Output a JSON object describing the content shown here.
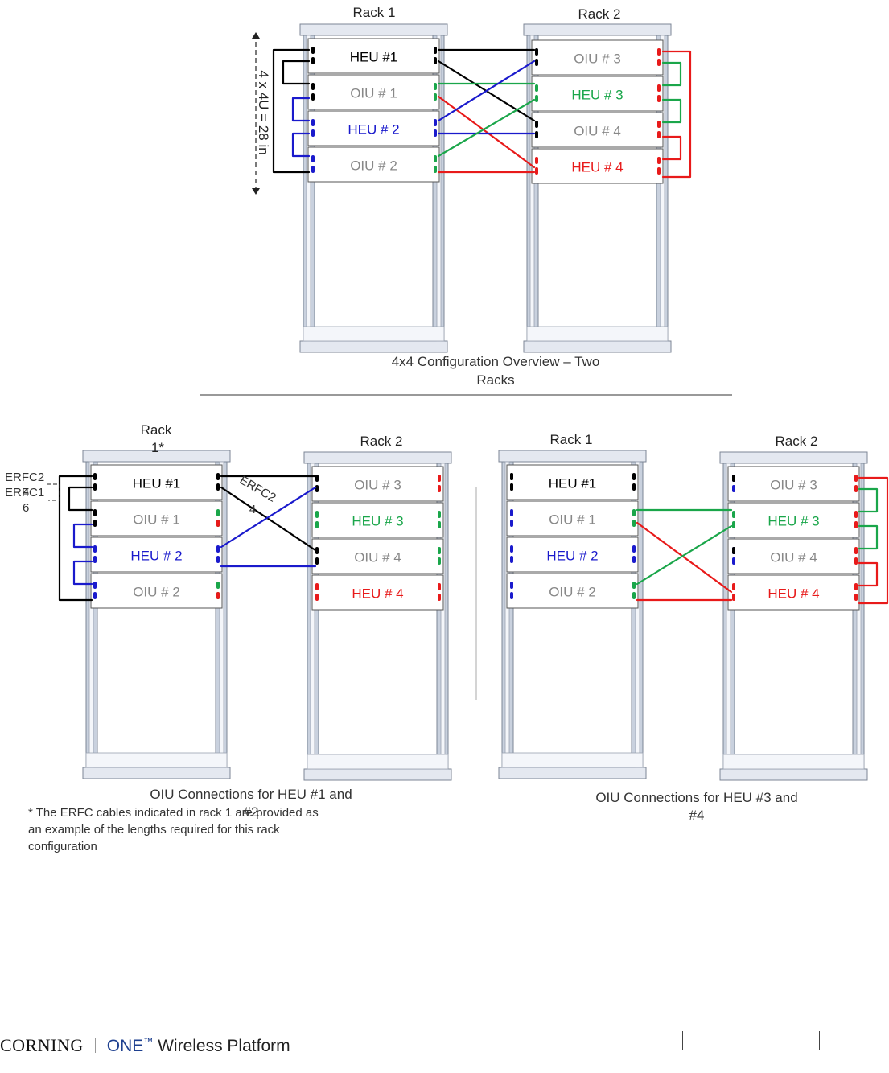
{
  "top": {
    "rack1_label": "Rack 1",
    "rack2_label": "Rack 2",
    "dimension_label": "4 x 4U = 28 in",
    "caption_line1": "4x4 Configuration Overview – Two",
    "caption_line2": "Racks",
    "rack1_units": [
      {
        "name": "HEU #1",
        "color": "#000000"
      },
      {
        "name": "OIU # 1",
        "color": "#888888"
      },
      {
        "name": "HEU # 2",
        "color": "#1a1acc"
      },
      {
        "name": "OIU # 2",
        "color": "#888888"
      }
    ],
    "rack2_units": [
      {
        "name": "OIU # 3",
        "color": "#888888"
      },
      {
        "name": "HEU # 3",
        "color": "#1aa64a"
      },
      {
        "name": "OIU # 4",
        "color": "#888888"
      },
      {
        "name": "HEU # 4",
        "color": "#e81a1a"
      }
    ]
  },
  "bottom_left": {
    "rack1_label_line1": "Rack",
    "rack1_label_line2": "1*",
    "rack2_label": "Rack 2",
    "erfc2_label": "ERFC2",
    "erfc1_label": "ERFC1",
    "erfc1_suffix_a": "4",
    "erfc1_suffix_b": "6",
    "erfc2_diag_label": "ERFC2",
    "erfc2_diag_suffix": "4",
    "caption_line1": "OIU Connections for HEU #1 and",
    "caption_line2": "#2",
    "note_line1": "* The ERFC cables indicated in rack 1 are provided as",
    "note_line2": "an example of the lengths required for this rack",
    "note_line3": "configuration",
    "rack1_units": [
      {
        "name": "HEU #1",
        "color": "#000000"
      },
      {
        "name": "OIU # 1",
        "color": "#888888"
      },
      {
        "name": "HEU # 2",
        "color": "#1a1acc"
      },
      {
        "name": "OIU # 2",
        "color": "#888888"
      }
    ],
    "rack2_units": [
      {
        "name": "OIU # 3",
        "color": "#888888"
      },
      {
        "name": "HEU # 3",
        "color": "#1aa64a"
      },
      {
        "name": "OIU # 4",
        "color": "#888888"
      },
      {
        "name": "HEU # 4",
        "color": "#e81a1a"
      }
    ]
  },
  "bottom_right": {
    "rack1_label": "Rack 1",
    "rack2_label": "Rack 2",
    "caption_line1": "OIU Connections for HEU #3 and",
    "caption_line2": "#4",
    "rack1_units": [
      {
        "name": "HEU #1",
        "color": "#000000"
      },
      {
        "name": "OIU # 1",
        "color": "#888888"
      },
      {
        "name": "HEU # 2",
        "color": "#1a1acc"
      },
      {
        "name": "OIU # 2",
        "color": "#888888"
      }
    ],
    "rack2_units": [
      {
        "name": "OIU # 3",
        "color": "#888888"
      },
      {
        "name": "HEU # 3",
        "color": "#1aa64a"
      },
      {
        "name": "OIU # 4",
        "color": "#888888"
      },
      {
        "name": "HEU # 4",
        "color": "#e81a1a"
      }
    ]
  },
  "colors": {
    "black_cable": "#000000",
    "blue_cable": "#1a1acc",
    "green_cable": "#1aa64a",
    "red_cable": "#e81a1a"
  },
  "footer": {
    "brand": "CORNING",
    "product_one": "ONE",
    "product_tm": "™",
    "product_rest": " Wireless Platform"
  }
}
